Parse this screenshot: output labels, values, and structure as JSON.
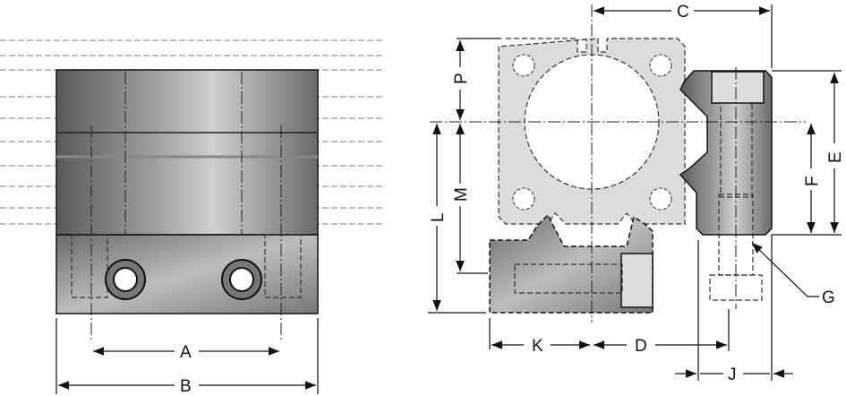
{
  "drawing": {
    "front_view": {
      "dimensions": {
        "A": "A",
        "B": "B"
      }
    },
    "side_view": {
      "dimensions": {
        "C": "C",
        "D": "D",
        "E": "E",
        "F": "F",
        "G": "G",
        "J": "J",
        "K": "K",
        "L": "L",
        "M": "M",
        "P": "P"
      }
    }
  },
  "colors": {
    "body_dark": "#6e6e6e",
    "body_light": "#c8c8c8",
    "plate": "#dcdcdc",
    "line": "#111111"
  }
}
